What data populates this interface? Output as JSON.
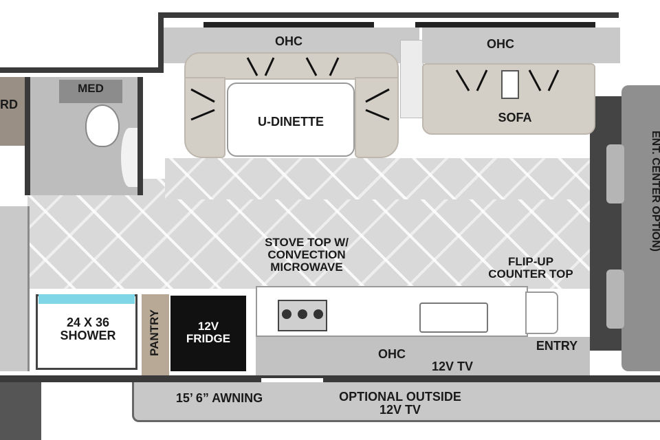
{
  "labels": {
    "bedroom_partial": "RD",
    "med": "MED",
    "ohc_dinette": "OHC",
    "ohc_sofa": "OHC",
    "ohc_galley": "OHC",
    "u_dinette": "U-DINETTE",
    "sofa": "SOFA",
    "ent_center": "ENT. CENTER OPTION)",
    "stove": [
      "STOVE TOP W/",
      "CONVECTION",
      "MICROWAVE"
    ],
    "flip_up": [
      "FLIP-UP",
      "COUNTER TOP"
    ],
    "shower": [
      "24 X 36",
      "SHOWER"
    ],
    "pantry": "PANTRY",
    "fridge": [
      "12V",
      "FRIDGE"
    ],
    "entry": "ENTRY",
    "tv_inside": "12V TV",
    "awning": "15’ 6” AWNING",
    "outside_tv": [
      "OPTIONAL OUTSIDE",
      "12V TV"
    ]
  },
  "colors": {
    "wall": "#3a3a3a",
    "floor": "#d9d9d9",
    "cushion": "#d4cfc6",
    "fridge": "#111111",
    "counter": "#ffffff",
    "awning": "#c8c8c8"
  }
}
